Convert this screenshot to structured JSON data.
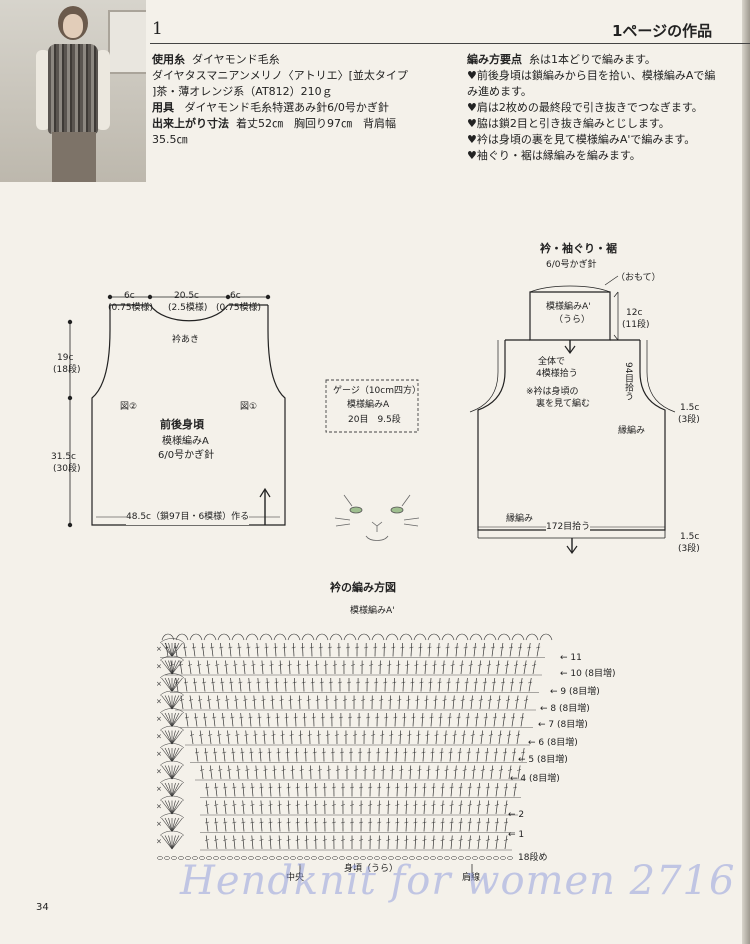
{
  "header": {
    "number": "1",
    "title": "1ページの作品"
  },
  "materials": {
    "yarn_label": "使用糸",
    "yarn_maker": "ダイヤモンド毛糸",
    "yarn_line1": "ダイヤタスマニアンメリノ〈アトリエ〉[並太タイプ",
    "yarn_line2": "]茶・薄オレンジ系（AT812）210ｇ",
    "tool_label": "用具",
    "tool_value": "ダイヤモンド毛糸特選あみ針6/0号かぎ針",
    "size_label": "出来上がり寸法",
    "size_value": "着丈52㎝　胸回り97㎝　背肩幅",
    "size_value2": "35.5㎝"
  },
  "points": {
    "label": "編み方要点",
    "intro": "糸は1本どりで編みます。",
    "items": [
      "♥前後身頃は鎖編みから目を拾い、模様編みAで編",
      "み進めます。",
      "♥肩は2枚めの最終段で引き抜きでつなぎます。",
      "♥脇は鎖2目と引き抜き編みとじします。",
      "♥衿は身頃の裏を見て模様編みA'で編みます。",
      "♥袖ぐり・裾は縁編みを編みます。"
    ]
  },
  "body_diagram": {
    "top_left": "6c",
    "top_left_sub": "(0.75模様)",
    "top_mid": "20.5c",
    "top_mid_sub": "(2.5模様)",
    "top_right": "6c",
    "top_right_sub": "(0.75模様)",
    "neck": "衿あき",
    "upper_h": "19c",
    "upper_h_sub": "(18段)",
    "lower_h": "31.5c",
    "lower_h_sub": "(30段)",
    "fig2": "図②",
    "fig1": "図①",
    "title": "前後身頃",
    "pattern": "模様編みA",
    "hook": "6/0号かぎ針",
    "bottom": "48.5c（鎖97目・6模様）作る"
  },
  "gauge": {
    "line1": "ゲージ（10cm四方）",
    "line2": "模様編みA",
    "line3": "20目　9.5段"
  },
  "collar_diagram": {
    "title": "衿・袖ぐり・裾",
    "hook": "6/0号かぎ針",
    "omote": "（おもて）",
    "pattern": "模様編みA'",
    "ura": "（うら）",
    "h": "12c",
    "h_sub": "(11段)",
    "all1": "全体で",
    "all2": "4模様拾う",
    "note1": "※衿は身頃の",
    "note2": "裏を見て編む",
    "pick": "94目拾う",
    "edge": "縁編み",
    "side_w": "1.5c",
    "side_w_sub": "(3段)",
    "bottom_edge": "縁編み",
    "bottom_pick": "172目拾う",
    "bottom_w": "1.5c",
    "bottom_w_sub": "(3段)"
  },
  "stitch_chart": {
    "title": "衿の編み方図",
    "subtitle": "模様編みA'",
    "rows": [
      {
        "label": "11",
        "note": ""
      },
      {
        "label": "10",
        "note": "(8目増)"
      },
      {
        "label": "9",
        "note": "(8目増)"
      },
      {
        "label": "8",
        "note": "(8目増)"
      },
      {
        "label": "7",
        "note": "(8目増)"
      },
      {
        "label": "6",
        "note": "(8目増)"
      },
      {
        "label": "5",
        "note": "(8目増)"
      },
      {
        "label": "4",
        "note": "(8目増)"
      },
      {
        "label": "2",
        "note": ""
      },
      {
        "label": "1",
        "note": ""
      }
    ],
    "bottom_right": "18段め",
    "center": "中央",
    "back": "身頃（うら）",
    "shoulder": "肩線"
  },
  "footer": {
    "page_number": "34",
    "watermark": "Hendknit for women 2716"
  }
}
